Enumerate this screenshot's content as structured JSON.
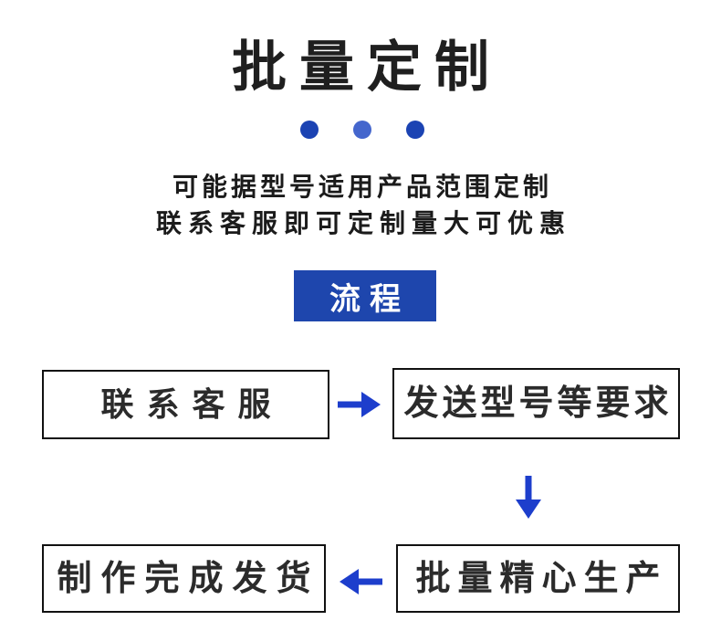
{
  "header": {
    "title": "批量定制",
    "dots": [
      {
        "color": "#1b43b3"
      },
      {
        "color": "#4466cd"
      },
      {
        "color": "#1b43b3"
      }
    ],
    "subtitle_line1": "可能据型号适用产品范围定制",
    "subtitle_line2": "联系客服即可定制量大可优惠"
  },
  "process": {
    "badge_label": "流程",
    "badge_bg": "#1e46ad",
    "arrow_color": "#1d3ecc",
    "steps": [
      {
        "label": "联系客服"
      },
      {
        "label": "发送型号等要求"
      },
      {
        "label": "批量精心生产"
      },
      {
        "label": "制作完成发货"
      }
    ]
  },
  "colors": {
    "background": "#ffffff",
    "title_text": "#1f1f1f",
    "box_border": "#111111",
    "box_text": "#2b2b2b"
  }
}
